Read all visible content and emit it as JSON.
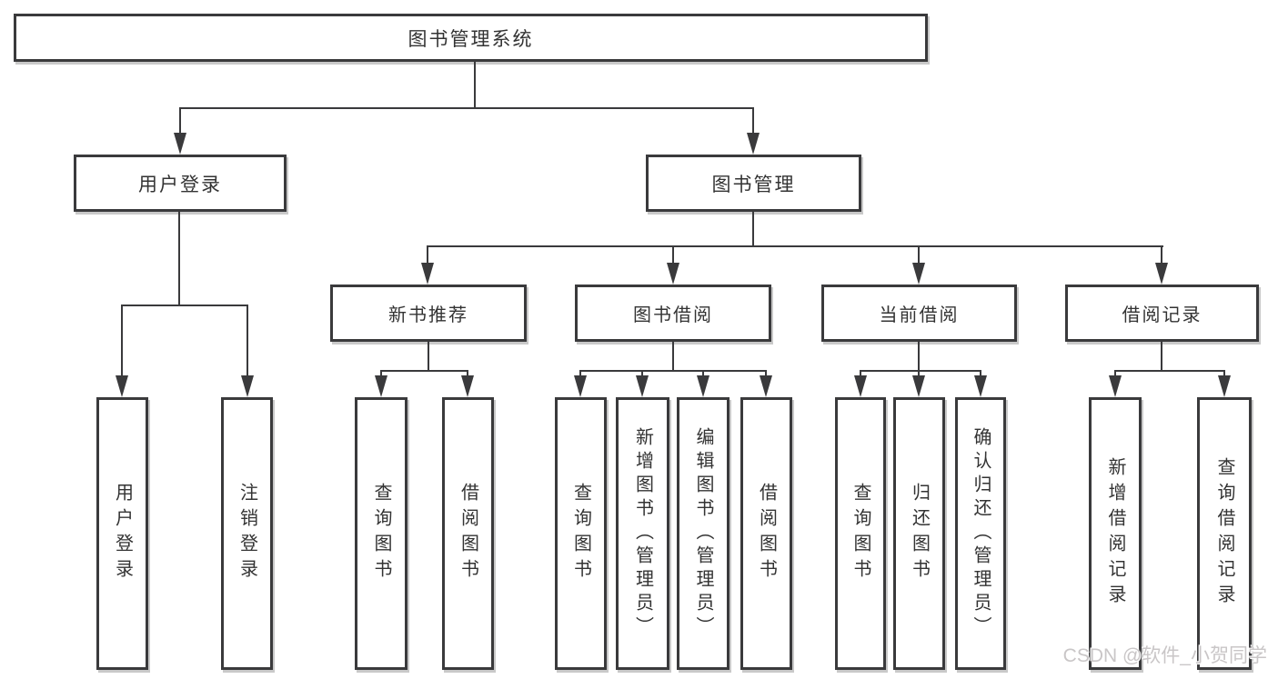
{
  "diagram": {
    "title": "图书管理系统",
    "branches": {
      "user_login": {
        "label": "用户登录",
        "children": [
          "用户登录",
          "注销登录"
        ]
      },
      "book_management": {
        "label": "图书管理",
        "sections": [
          {
            "label": "新书推荐",
            "children": [
              "查询图书",
              "借阅图书"
            ]
          },
          {
            "label": "图书借阅",
            "children": [
              "查询图书",
              "新增图书（管理员）",
              "编辑图书（管理员）",
              "借阅图书"
            ]
          },
          {
            "label": "当前借阅",
            "children": [
              "查询图书",
              "归还图书",
              "确认归还（管理员）"
            ]
          },
          {
            "label": "借阅记录",
            "children": [
              "新增借阅记录",
              "查询借阅记录"
            ]
          }
        ]
      }
    },
    "watermark": "CSDN @软件_小贺同学",
    "colors": {
      "line": "#3a3a3c",
      "text": "#333333",
      "box_fill": "#ffffff",
      "background": "#ffffff",
      "watermark": "#c9c6c7"
    }
  }
}
